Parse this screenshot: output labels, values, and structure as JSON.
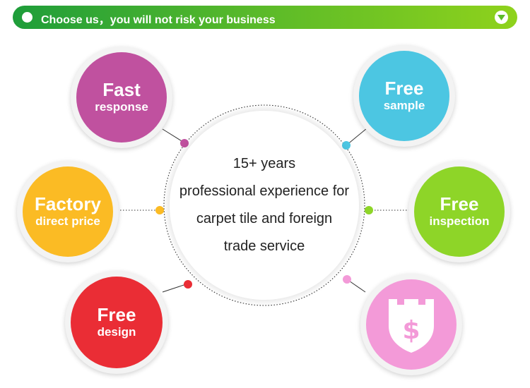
{
  "banner": {
    "title": "Choose us，you will not risk your business",
    "icon": "chevron-down-icon"
  },
  "center": {
    "lines": [
      "15+ years",
      "professional experience for",
      "carpet tile and foreign",
      "trade service"
    ]
  },
  "features": [
    {
      "id": "fast-response",
      "line1": "Fast",
      "line2": "response",
      "color": "#c0519f"
    },
    {
      "id": "factory-direct-price",
      "line1": "Factory",
      "line2": "direct price",
      "color": "#fbbb24"
    },
    {
      "id": "free-design",
      "line1": "Free",
      "line2": "design",
      "color": "#ea2d35"
    },
    {
      "id": "free-sample",
      "line1": "Free",
      "line2": "sample",
      "color": "#4cc6e2"
    },
    {
      "id": "free-inspection",
      "line1": "Free",
      "line2": "inspection",
      "color": "#8ed528"
    },
    {
      "id": "payment-security",
      "icon": "shield-dollar-icon",
      "color": "#f39ad8"
    }
  ],
  "colors": {
    "banner_start": "#1e9d3a",
    "banner_end": "#8fd21c",
    "connector": "#333333"
  }
}
